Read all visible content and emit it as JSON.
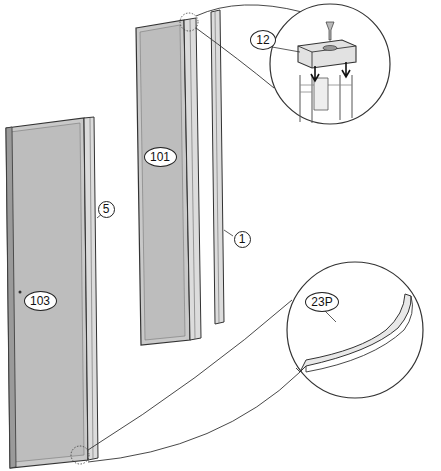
{
  "diagram": {
    "nodes": [
      {
        "text": [
          "103"
        ]
      },
      {
        "text": [
          "101"
        ]
      },
      {
        "text": [
          "12"
        ]
      },
      {
        "text": [
          "23P"
        ]
      }
    ],
    "labels": [
      "5",
      "1"
    ]
  }
}
